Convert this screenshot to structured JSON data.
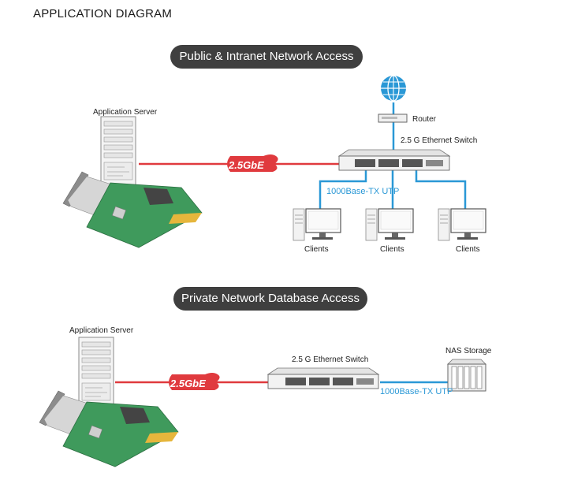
{
  "title": "APPLICATION DIAGRAM",
  "section1": {
    "heading": "Public & Intranet Network Access",
    "server_label": "Application Server",
    "badge": "2.5GbE",
    "router_label": "Router",
    "switch_label": "2.5 G Ethernet Switch",
    "link_label": "1000Base-TX UTP",
    "clients": [
      "Clients",
      "Clients",
      "Clients"
    ]
  },
  "section2": {
    "heading": "Private Network Database Access",
    "server_label": "Application Server",
    "badge": "2.5GbE",
    "switch_label": "2.5 G Ethernet Switch",
    "nas_label": "NAS Storage",
    "link_label": "1000Base-TX UTP"
  },
  "colors": {
    "red_link": "#e03a3e",
    "blue_link": "#2a98d6",
    "pill": "#3f3f3f",
    "pcb": "#3f9a5c"
  },
  "icons": [
    "globe-icon",
    "router-icon",
    "switch-icon",
    "server-icon",
    "network-card-icon",
    "client-pc-icon",
    "nas-icon"
  ]
}
